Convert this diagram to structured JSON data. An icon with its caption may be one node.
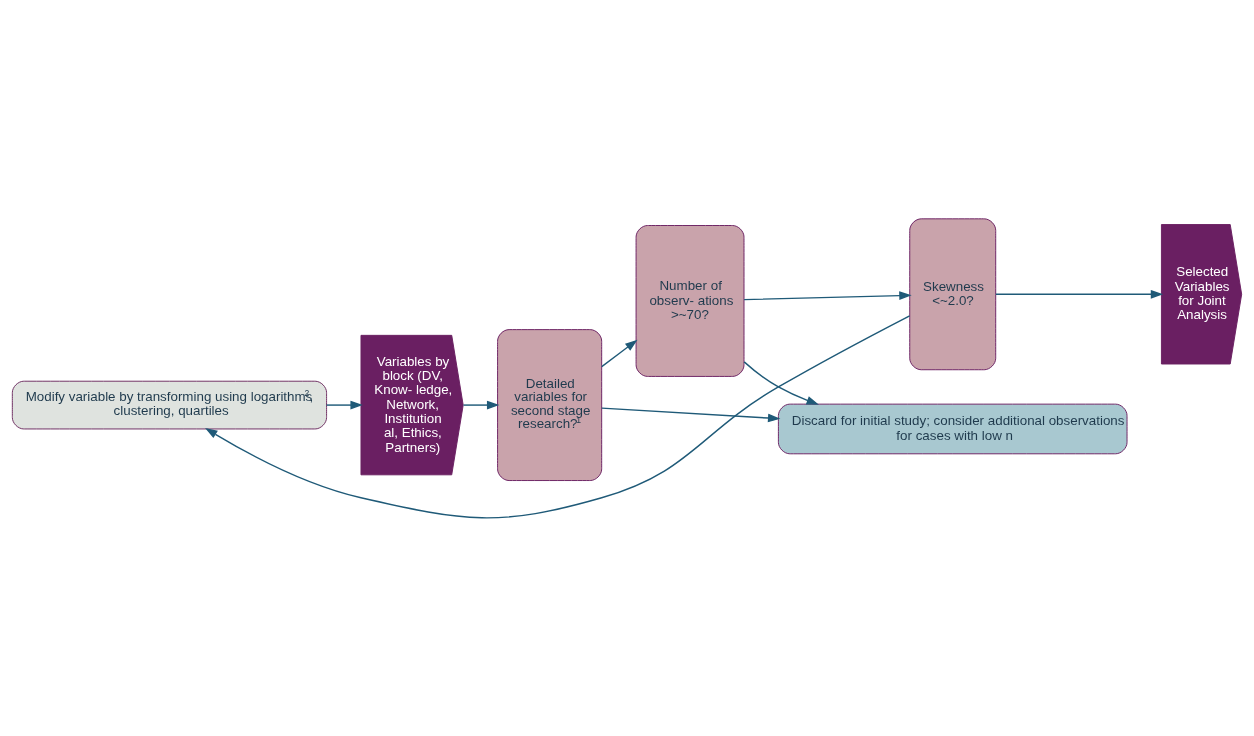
{
  "diagram": {
    "nodes": [
      {
        "text": [
          "Modify variable by transforming using logarithms$^{2}$, clustering, quartiles"
        ]
      },
      {
        "text": [
          "Variables by block (DV, Know- ledge, Network, Institution al, Ethics, Partners)"
        ]
      },
      {
        "text": [
          "Detailed variables for second stage research?$^{1}$"
        ]
      },
      {
        "text": [
          "Number of observ- ations >~70?"
        ]
      },
      {
        "text": [
          "Skewness <~2.0?"
        ]
      },
      {
        "text": [
          "Selected Variables for Joint Analysis"
        ]
      },
      {
        "text": [
          "Discard for initial study; consider additional observations for cases with low n"
        ]
      }
    ],
    "edges": [
      {
        "from": 0,
        "to": 1,
        "arrow": "to"
      },
      {
        "from": 1,
        "to": 2,
        "arrow": "to"
      },
      {
        "from": 2,
        "to": 3,
        "arrow": "to"
      },
      {
        "from": 3,
        "to": 4,
        "arrow": "to"
      },
      {
        "from": 4,
        "to": 5,
        "arrow": "to"
      },
      {
        "from": 4,
        "to": 0,
        "arrow": "to"
      },
      {
        "from": 2,
        "to": 6,
        "arrow": "to"
      },
      {
        "from": 3,
        "to": 6,
        "arrow": "to"
      }
    ]
  }
}
